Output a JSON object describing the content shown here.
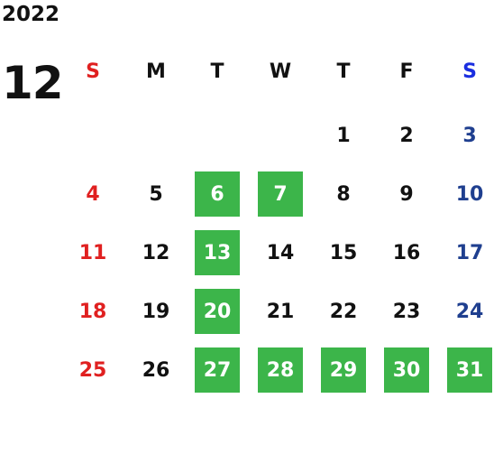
{
  "calendar": {
    "year": "2022",
    "month": "12",
    "weekdays": [
      "S",
      "M",
      "T",
      "W",
      "T",
      "F",
      "S"
    ],
    "weeks": [
      [
        "",
        "",
        "",
        "",
        "1",
        "2",
        "3"
      ],
      [
        "4",
        "5",
        "6",
        "7",
        "8",
        "9",
        "10"
      ],
      [
        "11",
        "12",
        "13",
        "14",
        "15",
        "16",
        "17"
      ],
      [
        "18",
        "19",
        "20",
        "21",
        "22",
        "23",
        "24"
      ],
      [
        "25",
        "26",
        "27",
        "28",
        "29",
        "30",
        "31"
      ]
    ],
    "highlighted_days": [
      "6",
      "7",
      "13",
      "20",
      "27",
      "28",
      "29",
      "30",
      "31"
    ],
    "colors": {
      "sunday": "#e02020",
      "saturday_header": "#1a2ee0",
      "saturday": "#1f3f8f",
      "weekday": "#111111",
      "highlight_bg": "#3cb54a",
      "highlight_text": "#ffffff"
    }
  }
}
